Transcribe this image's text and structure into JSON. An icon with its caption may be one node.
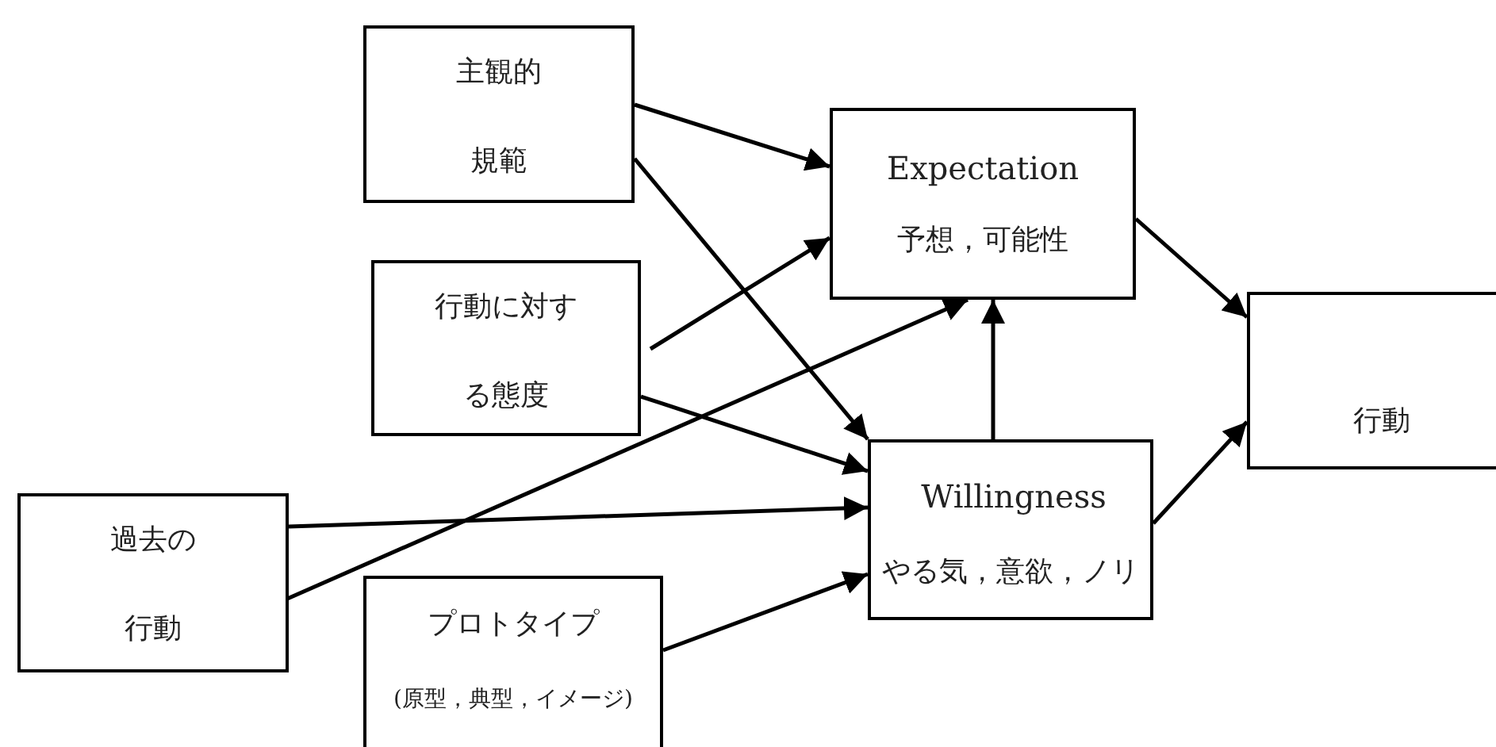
{
  "diagram": {
    "nodes": [
      {
        "text": [
          "主観的規範"
        ]
      },
      {
        "text": [
          "Expectation",
          "予想，可能性"
        ]
      },
      {
        "text": [
          "行動に対する態度"
        ]
      },
      {
        "text": [
          "行動"
        ]
      },
      {
        "text": [
          "過去の行動"
        ]
      },
      {
        "text": [
          "Willingness",
          "やる気，意欲，ノリ"
        ]
      },
      {
        "text": [
          "プロトタイプ",
          "(原型，典型，イメージ)"
        ]
      }
    ],
    "edges": [
      {
        "from": 0,
        "to": 1,
        "arrow": "to"
      },
      {
        "from": 0,
        "to": 5,
        "arrow": "to"
      },
      {
        "from": 2,
        "to": 1,
        "arrow": "to"
      },
      {
        "from": 2,
        "to": 5,
        "arrow": "to"
      },
      {
        "from": 4,
        "to": 5,
        "arrow": "to"
      },
      {
        "from": 4,
        "to": 1,
        "arrow": "to"
      },
      {
        "from": 6,
        "to": 5,
        "arrow": "to"
      },
      {
        "from": 5,
        "to": 1,
        "arrow": "to"
      },
      {
        "from": 1,
        "to": 3,
        "arrow": "to"
      },
      {
        "from": 5,
        "to": 3,
        "arrow": "to"
      }
    ]
  }
}
